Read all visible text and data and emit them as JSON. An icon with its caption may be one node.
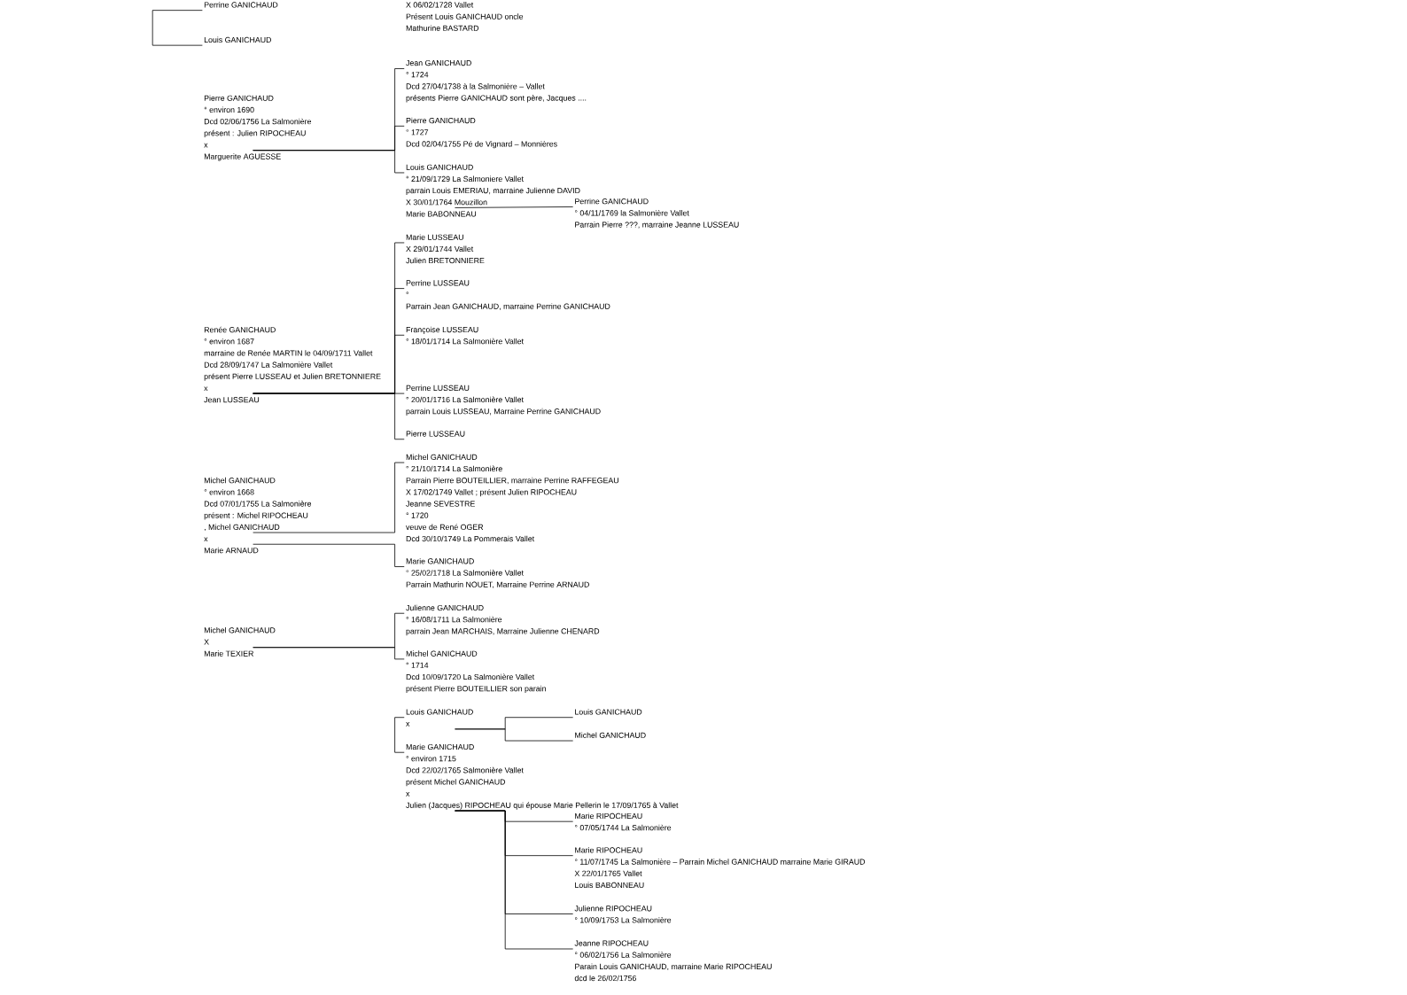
{
  "diagram": {
    "nodes": [
      {
        "text": [
          "Perrine GANICHAUD"
        ]
      },
      {
        "text": [
          "Louis GANICHAUD"
        ]
      },
      {
        "text": [
          "Pierre GANICHAUD",
          "° environ 1690",
          "Dcd 02/06/1756 La Salmonière",
          "présent : Julien RIPOCHEAU",
          "x",
          "Marguerite AGUESSE"
        ]
      },
      {
        "text": [
          "Jean GANICHAUD",
          "° 1724",
          "Dcd 27/04/1738 à la Salmonière – Vallet",
          "présents Pierre GANICHAUD sont père, Jacques ...."
        ]
      },
      {
        "text": [
          "Pierre GANICHAUD",
          "° 1727",
          "Dcd 02/04/1755 Pé de Vignard – Monnières"
        ]
      },
      {
        "text": [
          "Louis GANICHAUD",
          "° 21/09/1729 La Salmoniere Vallet",
          "parrain Louis EMERIAU, marraine Julienne DAVID",
          "X 30/01/1764 Mouzillon",
          "Marie BABONNEAU"
        ]
      },
      {
        "text": [
          "Perrine GANICHAUD",
          "° 04/11/1769 la Salmonière Vallet",
          "Parrain Pierre ???, marraine Jeanne LUSSEAU"
        ]
      },
      {
        "text": [
          "Renée GANICHAUD",
          "° environ 1687",
          "marraine de Renée MARTIN le 04/09/1711 Vallet",
          "Dcd 28/09/1747 La Salmonière Vallet",
          "présent Pierre LUSSEAU et Julien BRETONNIERE",
          "x",
          "Jean LUSSEAU"
        ]
      },
      {
        "text": [
          "Marie LUSSEAU",
          "X 29/01/1744 Vallet",
          "Julien BRETONNIERE"
        ]
      },
      {
        "text": [
          "Perrine LUSSEAU",
          "°",
          "Parrain Jean GANICHAUD, marraine Perrine GANICHAUD"
        ]
      },
      {
        "text": [
          "Françoise LUSSEAU",
          "° 18/01/1714 La Salmonière Vallet"
        ]
      },
      {
        "text": [
          "Perrine LUSSEAU",
          "° 20/01/1716 La Salmonière Vallet",
          "parrain Louis LUSSEAU, Marraine Perrine GANICHAUD"
        ]
      },
      {
        "text": [
          "Pierre LUSSEAU"
        ]
      },
      {
        "text": [
          "Michel GANICHAUD",
          "° environ 1668",
          "Dcd 07/01/1755 La Salmonière",
          "présent : Michel RIPOCHEAU",
          ", Michel GANICHAUD",
          "x",
          "Marie ARNAUD"
        ]
      },
      {
        "text": [
          "Michel GANICHAUD",
          "° 21/10/1714 La Salmonière",
          "Parrain Pierre BOUTEILLIER, marraine Perrine RAFFEGEAU",
          "X 17/02/1749 Vallet ; présent Julien RIPOCHEAU",
          "Jeanne SEVESTRE",
          "° 1720",
          "veuve de René OGER",
          "Dcd 30/10/1749 La Pommerais Vallet"
        ]
      },
      {
        "text": [
          "Marie GANICHAUD",
          "° 25/02/1718 La Salmonière Vallet",
          "Parrain Mathurin NOUET, Marraine Perrine ARNAUD"
        ]
      },
      {
        "text": [
          "Michel GANICHAUD",
          "X",
          "Marie TEXIER"
        ]
      },
      {
        "text": [
          "Julienne GANICHAUD",
          "° 16/08/1711 La Salmonière",
          "parrain Jean MARCHAIS, Marraine Julienne CHENARD"
        ]
      },
      {
        "text": [
          "Michel GANICHAUD",
          "° 1714",
          "Dcd 10/09/1720 La Salmonière Vallet",
          "présent Pierre BOUTEILLIER son parain"
        ]
      },
      {
        "text": [
          "Louis GANICHAUD",
          "x"
        ]
      },
      {
        "text": [
          "Louis GANICHAUD"
        ]
      },
      {
        "text": [
          "Michel GANICHAUD"
        ]
      },
      {
        "text": [
          "Marie GANICHAUD",
          "° environ 1715",
          "Dcd 22/02/1765  Salmonière Vallet",
          "présent Michel GANICHAUD",
          "x",
          "Julien (Jacques) RIPOCHEAU qui épouse Marie Pellerin  le 17/09/1765 à Vallet"
        ]
      },
      {
        "text": [
          "Marie RIPOCHEAU",
          "° 07/05/1744 La Salmonière"
        ]
      },
      {
        "text": [
          "Marie RIPOCHEAU",
          "° 11/07/1745 La Salmonière – Parrain Michel GANICHAUD marraine Marie GIRAUD",
          "X 22/01/1765 Vallet",
          "Louis BABONNEAU"
        ]
      },
      {
        "text": [
          "Julienne RIPOCHEAU",
          "° 10/09/1753 La Salmonière"
        ]
      },
      {
        "text": [
          "Jeanne RIPOCHEAU",
          "° 06/02/1756 La Salmonière",
          "Parain Louis GANICHAUD, marraine Marie RIPOCHEAU",
          "dcd le 26/02/1756"
        ]
      }
    ],
    "edges": [
      {
        "from": 0,
        "to": 1,
        "arrow": "none"
      },
      {
        "from": 2,
        "to": 3,
        "arrow": "none"
      },
      {
        "from": 2,
        "to": 4,
        "arrow": "none"
      },
      {
        "from": 2,
        "to": 5,
        "arrow": "none"
      },
      {
        "from": 5,
        "to": 6,
        "arrow": "none"
      },
      {
        "from": 7,
        "to": 8,
        "arrow": "none"
      },
      {
        "from": 7,
        "to": 9,
        "arrow": "none"
      },
      {
        "from": 7,
        "to": 10,
        "arrow": "none"
      },
      {
        "from": 7,
        "to": 11,
        "arrow": "none"
      },
      {
        "from": 7,
        "to": 12,
        "arrow": "none"
      },
      {
        "from": 13,
        "to": 14,
        "arrow": "none"
      },
      {
        "from": 13,
        "to": 15,
        "arrow": "none"
      },
      {
        "from": 16,
        "to": 17,
        "arrow": "none"
      },
      {
        "from": 16,
        "to": 18,
        "arrow": "none"
      },
      {
        "from": 19,
        "to": 22,
        "arrow": "none"
      },
      {
        "from": 19,
        "to": 20,
        "arrow": "none"
      },
      {
        "from": 19,
        "to": 21,
        "arrow": "none"
      },
      {
        "from": 22,
        "to": 23,
        "arrow": "none"
      },
      {
        "from": 22,
        "to": 24,
        "arrow": "none"
      },
      {
        "from": 22,
        "to": 25,
        "arrow": "none"
      },
      {
        "from": 22,
        "to": 26,
        "arrow": "none"
      }
    ],
    "labels": [
      "X 06/02/1728 Vallet",
      "Présent Louis GANICHAUD oncle",
      "Mathurine BASTARD"
    ]
  }
}
